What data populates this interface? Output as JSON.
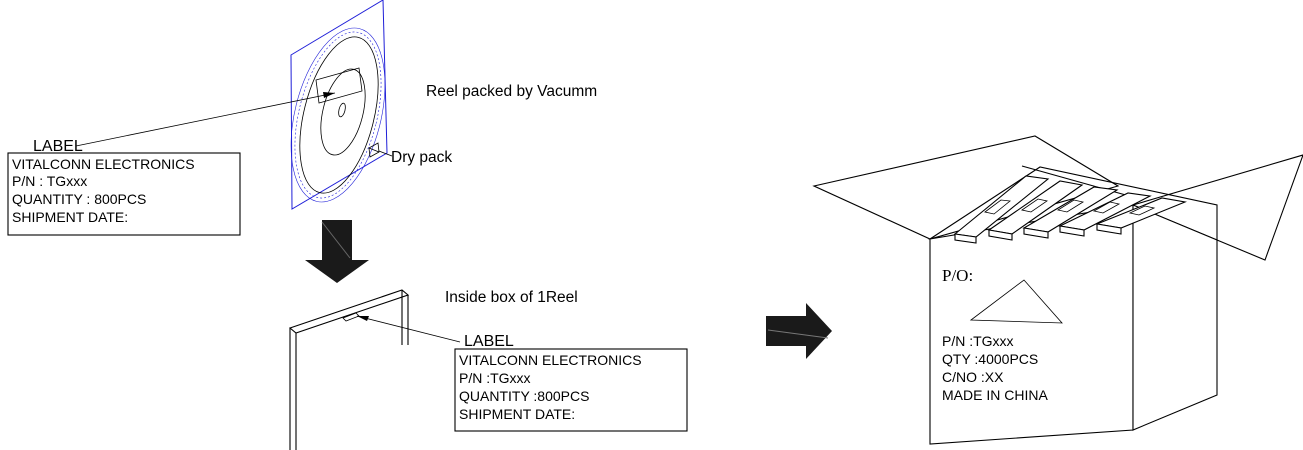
{
  "reel": {
    "caption": "Reel packed by Vacumm",
    "dry_pack": "Dry pack",
    "label_title": "LABEL",
    "label_lines": [
      "VITALCONN ELECTRONICS",
      "P/N : TGxxx",
      "QUANTITY : 800PCS",
      "SHIPMENT DATE:"
    ]
  },
  "inside_box": {
    "caption": "Inside box of 1Reel",
    "label_title": "LABEL",
    "label_lines": [
      "VITALCONN ELECTRONICS",
      "P/N :TGxxx",
      "QUANTITY :800PCS",
      "SHIPMENT DATE:"
    ]
  },
  "carton": {
    "po": "P/O:",
    "lines": [
      "P/N :TGxxx",
      "QTY :4000PCS",
      "C/NO :XX",
      "MADE IN CHINA"
    ]
  },
  "colors": {
    "vacuum_bag": "#1f1fd8",
    "arrow": "#1a1a1a"
  },
  "icons": [
    "down-arrow-icon",
    "right-arrow-icon"
  ]
}
